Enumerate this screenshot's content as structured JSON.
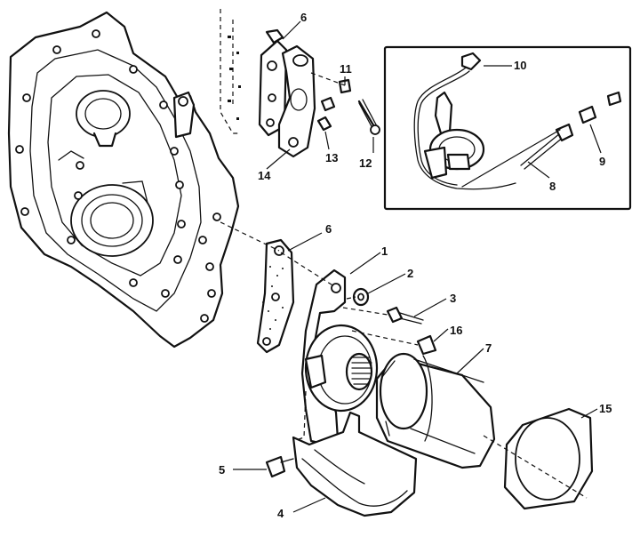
{
  "callouts": {
    "c1": "1",
    "c2": "2",
    "c3": "3",
    "c4": "4",
    "c5": "5",
    "c6_top": "6",
    "c6_mid": "6",
    "c7": "7",
    "c8": "8",
    "c9": "9",
    "c10": "10",
    "c11": "11",
    "c12": "12",
    "c13": "13",
    "c14": "14",
    "c15": "15",
    "c16": "16"
  }
}
